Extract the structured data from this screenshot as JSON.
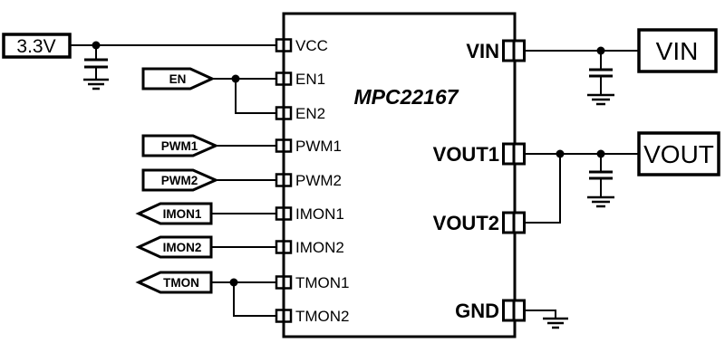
{
  "chip": {
    "part_number": "MPC22167",
    "left_pins": [
      {
        "name": "VCC"
      },
      {
        "name": "EN1"
      },
      {
        "name": "EN2"
      },
      {
        "name": "PWM1"
      },
      {
        "name": "PWM2"
      },
      {
        "name": "IMON1"
      },
      {
        "name": "IMON2"
      },
      {
        "name": "TMON1"
      },
      {
        "name": "TMON2"
      }
    ],
    "right_pins": [
      {
        "name": "VIN"
      },
      {
        "name": "VOUT1"
      },
      {
        "name": "VOUT2"
      },
      {
        "name": "GND"
      }
    ]
  },
  "terminals": {
    "supply": "3.3V",
    "vin": "VIN",
    "vout": "VOUT"
  },
  "signal_flags": {
    "en": "EN",
    "pwm1": "PWM1",
    "pwm2": "PWM2",
    "imon1": "IMON1",
    "imon2": "IMON2",
    "tmon": "TMON"
  },
  "colors": {
    "line": "#000000",
    "background": "#ffffff",
    "component_fill": "#ffffff"
  }
}
